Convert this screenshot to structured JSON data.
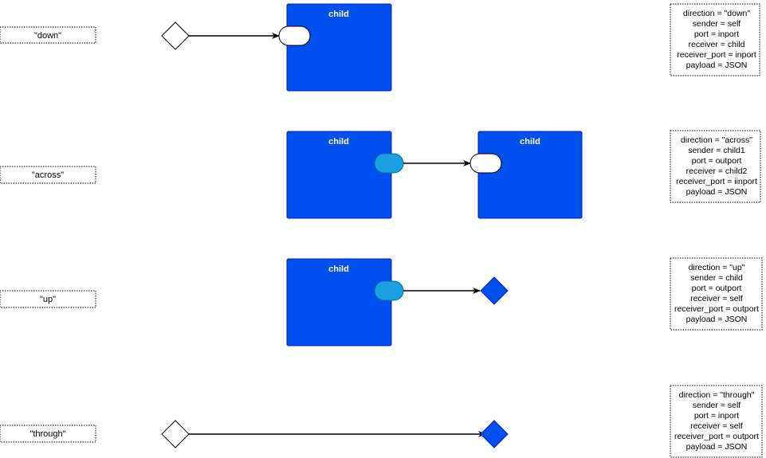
{
  "colors": {
    "box_fill": "#0050ef",
    "box_stroke": "#001dbc",
    "outport_fill": "#1ba1e2",
    "outport_stroke": "#006eaf",
    "inport_fill": "#ffffff",
    "inport_stroke": "#000000",
    "diamond_blue": "#0050ef",
    "diamond_white": "#ffffff",
    "dotted_border": "#000000"
  },
  "icons": {
    "self_port_shape": "diamond",
    "child_port_shape": "rounded-pill",
    "connector": "arrow"
  },
  "rows": [
    {
      "label": "\"down\"",
      "boxes": [
        {
          "title": "child"
        }
      ],
      "info": [
        "direction = \"down\"",
        "sender = self",
        "port = inport",
        "receiver = child",
        "receiver_port = inport",
        "payload = JSON"
      ]
    },
    {
      "label": "\"across\"",
      "boxes": [
        {
          "title": "child"
        },
        {
          "title": "child"
        }
      ],
      "info": [
        "direction = \"across\"",
        "sender = child1",
        "port = outport",
        "receiver = child2",
        "receiver_port = iinport",
        "payload = JSON"
      ]
    },
    {
      "label": "\"up\"",
      "boxes": [
        {
          "title": "child"
        }
      ],
      "info": [
        "direction = \"up\"",
        "sender = child",
        "port = outport",
        "receiver = self",
        "receiver_port = outport",
        "payload = JSON"
      ]
    },
    {
      "label": "\"through\"",
      "boxes": [],
      "info": [
        "direction = \"through\"",
        "sender = self",
        "port = inport",
        "receiver = self",
        "receiver_port = outport",
        "payload = JSON"
      ]
    }
  ]
}
